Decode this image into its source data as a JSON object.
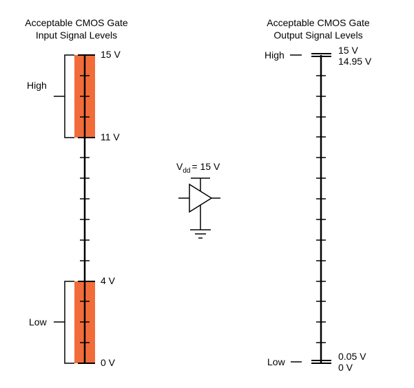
{
  "input_scale": {
    "title_line1": "Acceptable CMOS Gate",
    "title_line2": "Input Signal Levels",
    "top_label": "15 V",
    "high_threshold_label": "11 V",
    "low_threshold_label": "4 V",
    "bottom_label": "0 V",
    "high_range_label": "High",
    "low_range_label": "Low",
    "range_color": "#f26c3a"
  },
  "output_scale": {
    "title_line1": "Acceptable CMOS Gate",
    "title_line2": "Output Signal Levels",
    "top_label": "15 V",
    "high_level_label": "14.95 V",
    "low_level_label": "0.05 V",
    "bottom_label": "0 V",
    "high_label": "High",
    "low_label": "Low"
  },
  "gate": {
    "supply_prefix": "V",
    "supply_subscript": "dd",
    "supply_value": "= 15 V",
    "symbol": "buffer-triangle",
    "ground_symbol": "ground-icon"
  }
}
